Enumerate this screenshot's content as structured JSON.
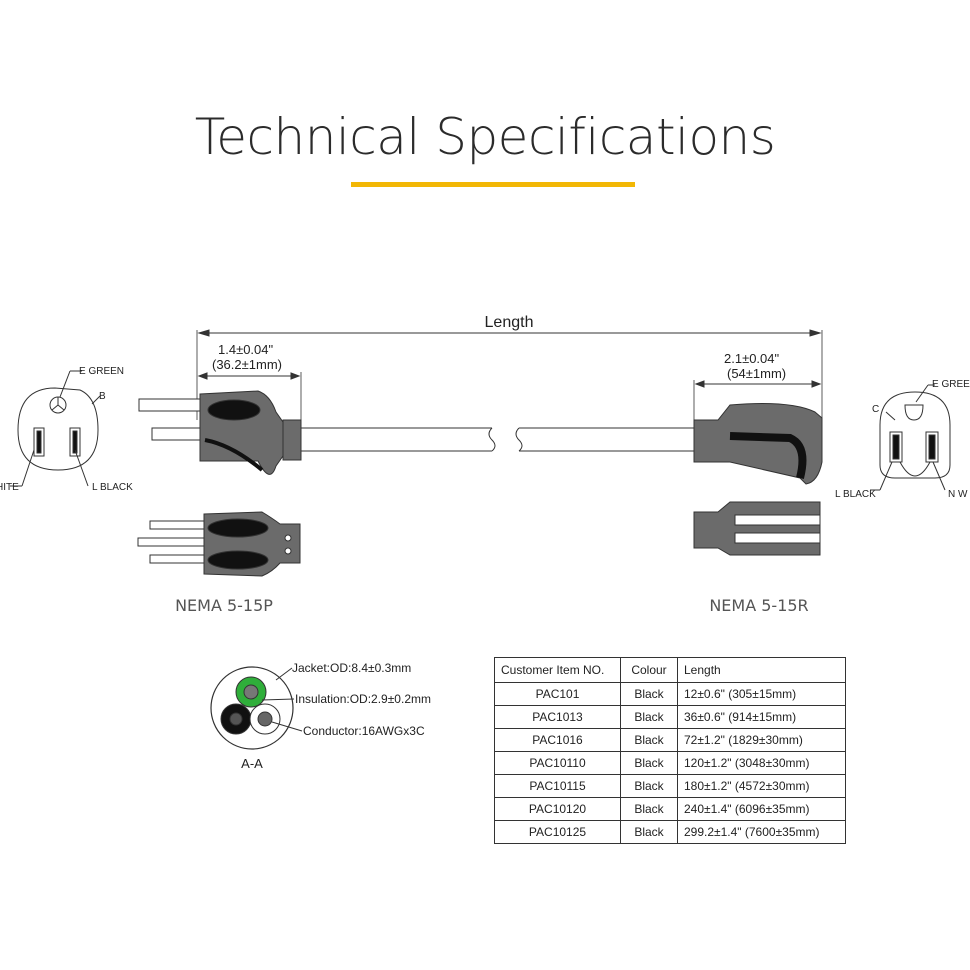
{
  "title": "Technical Specifications",
  "colors": {
    "accent": "#f2b705",
    "line": "#333333",
    "plug_body": "#6b6b6b",
    "green_wire": "#2fae3a"
  },
  "dimensions": {
    "length_label": "Length",
    "plug_length": "1.4±0.04\"",
    "plug_length_mm": "(36.2±1mm)",
    "receptacle_length": "2.1±0.04\"",
    "receptacle_length_mm": "(54±1mm)"
  },
  "plug_face": {
    "ground": "E GREEN",
    "b": "B",
    "neutral": "HITE",
    "line": "L  BLACK"
  },
  "receptacle_face": {
    "ground": "E GREEN",
    "c": "C",
    "line": "L  BLACK",
    "neutral": "N  W"
  },
  "connectors": {
    "plug": "NEMA 5-15P",
    "receptacle": "NEMA 5-15R"
  },
  "cross_section": {
    "label": "A-A",
    "jacket": "Jacket:OD:8.4±0.3mm",
    "insulation": "Insulation:OD:2.9±0.2mm",
    "conductor": "Conductor:16AWGx3C"
  },
  "table": {
    "headers": [
      "Customer Item NO.",
      "Colour",
      "Length"
    ],
    "rows": [
      [
        "PAC101",
        "Black",
        "12±0.6\" (305±15mm)"
      ],
      [
        "PAC1013",
        "Black",
        "36±0.6\" (914±15mm)"
      ],
      [
        "PAC1016",
        "Black",
        "72±1.2\" (1829±30mm)"
      ],
      [
        "PAC10110",
        "Black",
        "120±1.2\" (3048±30mm)"
      ],
      [
        "PAC10115",
        "Black",
        "180±1.2\" (4572±30mm)"
      ],
      [
        "PAC10120",
        "Black",
        "240±1.4\" (6096±35mm)"
      ],
      [
        "PAC10125",
        "Black",
        "299.2±1.4\" (7600±35mm)"
      ]
    ]
  }
}
